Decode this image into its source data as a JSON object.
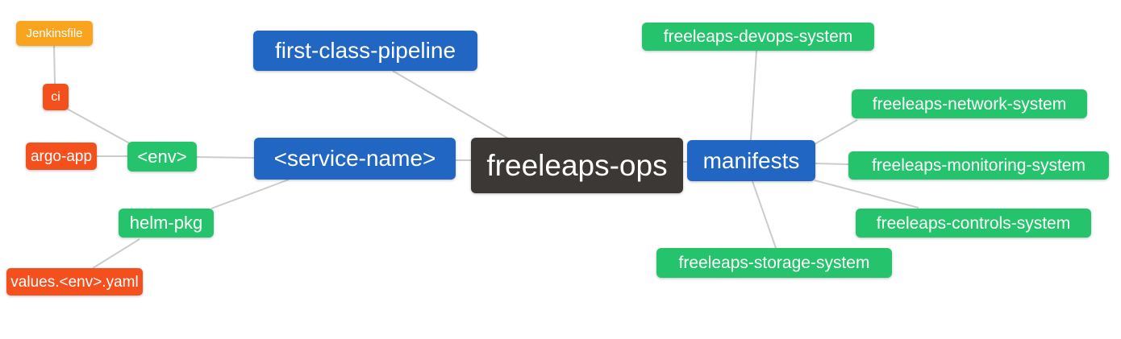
{
  "palette": {
    "blue": "#2166C2",
    "green": "#26C36D",
    "orange": "#F8A41F",
    "red": "#F4501E",
    "dark": "#3B3835",
    "line": "#CCCCCC",
    "text": "#FFFFFF",
    "background": "#FFFFFF"
  },
  "mindmap": {
    "root": {
      "label": "freeleaps-ops"
    },
    "nodes": {
      "jenkinsfile": {
        "label": "Jenkinsfile"
      },
      "ci": {
        "label": "ci"
      },
      "argo_app": {
        "label": "argo-app"
      },
      "env": {
        "label": "<env>"
      },
      "helm_pkg": {
        "label": "helm-pkg"
      },
      "values_env_yaml": {
        "label": "values.<env>.yaml"
      },
      "service_name": {
        "label": "<service-name>"
      },
      "first_class_pipeline": {
        "label": "first-class-pipeline"
      },
      "manifests": {
        "label": "manifests"
      },
      "devops_system": {
        "label": "freeleaps-devops-system"
      },
      "network_system": {
        "label": "freeleaps-network-system"
      },
      "monitoring_system": {
        "label": "freeleaps-monitoring-system"
      },
      "controls_system": {
        "label": "freeleaps-controls-system"
      },
      "storage_system": {
        "label": "freeleaps-storage-system"
      }
    }
  }
}
